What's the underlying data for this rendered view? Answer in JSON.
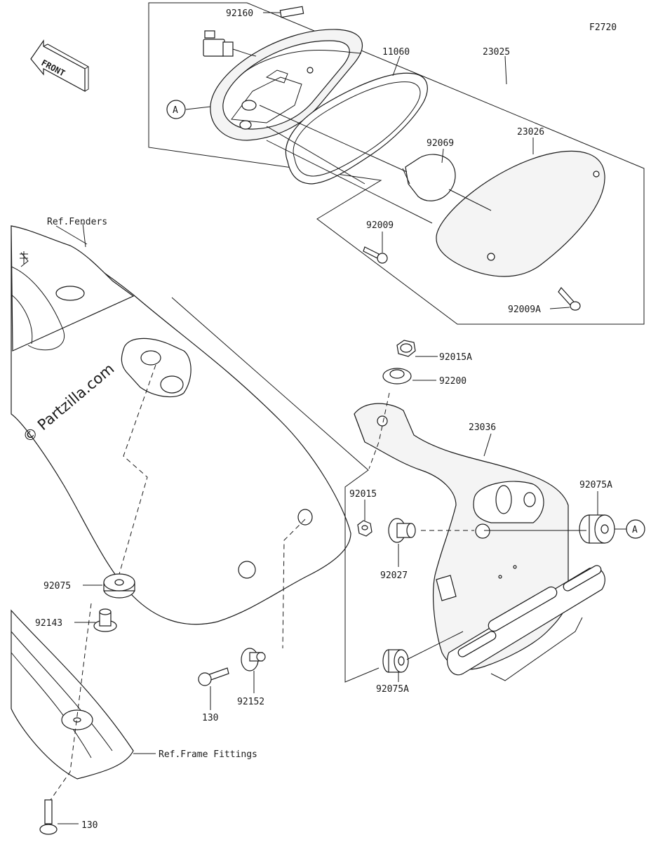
{
  "diagram": {
    "code": "F2720",
    "watermark": "© Partzilla.com",
    "front_label": "FRONT",
    "ref_fenders": "Ref.Fenders",
    "ref_frame_fittings": "Ref.Frame Fittings",
    "callout_marker": "A",
    "parts": {
      "p92160": "92160",
      "p11060": "11060",
      "p23025": "23025",
      "p92069": "92069",
      "p23026": "23026",
      "p92009": "92009",
      "p92009A": "92009A",
      "p92015A": "92015A",
      "p92200": "92200",
      "p23036": "23036",
      "p92075A_right": "92075A",
      "p92015": "92015",
      "p92027": "92027",
      "p92075": "92075",
      "p92143": "92143",
      "p130_mid": "130",
      "p92152": "92152",
      "p92075A_bottom": "92075A",
      "p130_bottom": "130"
    }
  }
}
